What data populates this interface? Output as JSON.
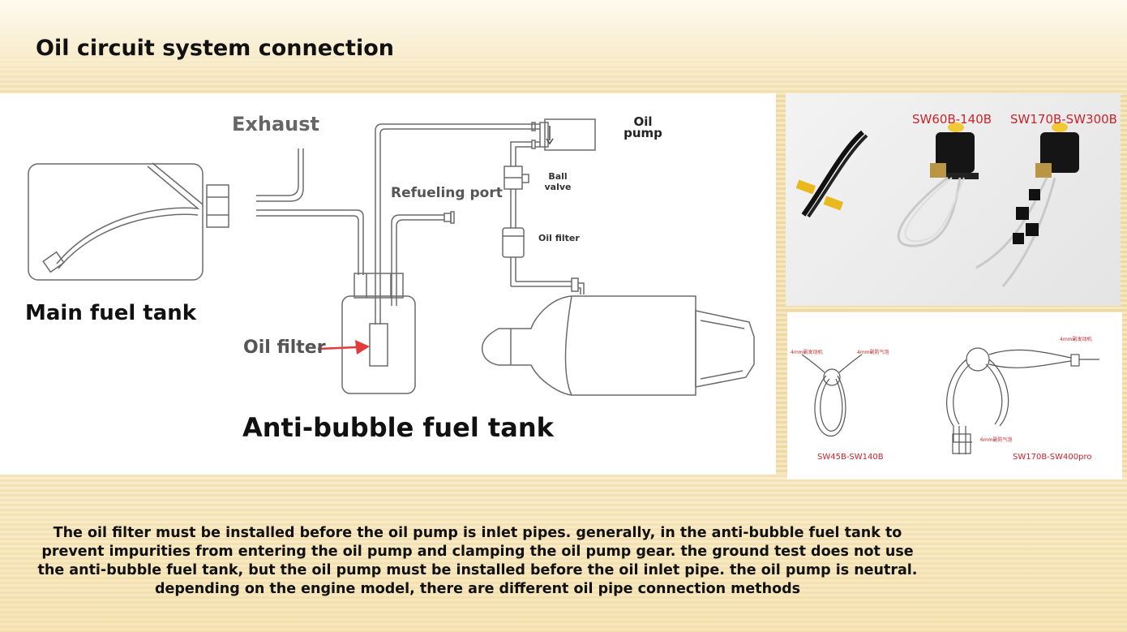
{
  "title": "Oil circuit system connection",
  "diagram": {
    "labels": {
      "exhaust": "Exhaust",
      "oil_pump_line1": "Oil",
      "oil_pump_line2": "pump",
      "refueling_port": "Refueling port",
      "ball_valve_line1": "Ball",
      "ball_valve_line2": "valve",
      "oil_filter_small": "Oil filter",
      "main_fuel_tank": "Main fuel tank",
      "oil_filter": "Oil filter",
      "anti_bubble_tank": "Anti-bubble fuel tank"
    },
    "colors": {
      "line": "#6b6b6b",
      "arrow": "#e23b3b"
    }
  },
  "photo": {
    "models": [
      "SW60B-140B",
      "SW170B-SW300B"
    ],
    "colors": {
      "label": "#c8242b"
    }
  },
  "schematic": {
    "left": {
      "tag_left": "4mm副发动机",
      "tag_right": "4mm副防气泡",
      "model": "SW45B-SW140B"
    },
    "right": {
      "tag_top": "4mm副发动机",
      "tag_mid": "6mm副防气泡",
      "model": "SW170B-SW400pro"
    }
  },
  "description": [
    "The oil filter must be installed before the oil pump is inlet pipes. generally, in the anti-bubble fuel tank to",
    "prevent impurities from entering the oil pump and clamping the oil pump gear. the ground test does not use",
    "the anti-bubble fuel tank, but the oil pump must be installed before the oil inlet pipe. the oil pump is neutral.",
    "depending on the engine model, there are different oil pipe connection methods"
  ]
}
